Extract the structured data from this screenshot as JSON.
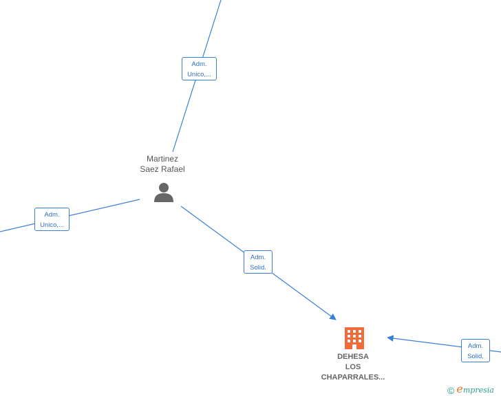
{
  "nodes": {
    "person": {
      "name_line1": "Martinez",
      "name_line2": "Saez Rafael"
    },
    "company": {
      "name_line1": "DEHESA",
      "name_line2": "LOS",
      "name_line3": "CHAPARRALES..."
    }
  },
  "edges": [
    {
      "line1": "Adm.",
      "line2": "Unico,..."
    },
    {
      "line1": "Adm.",
      "line2": "Unico,..."
    },
    {
      "line1": "Adm.",
      "line2": "Solid."
    },
    {
      "line1": "Adm.",
      "line2": "Solid."
    }
  ],
  "branding": {
    "copyright": "©",
    "logo_initial": "e",
    "logo_rest": "mpresia"
  },
  "colors": {
    "edge": "#3a7fd5",
    "company_icon": "#f26b3a",
    "person_icon": "#666666",
    "brand": "#2a9d8f"
  }
}
